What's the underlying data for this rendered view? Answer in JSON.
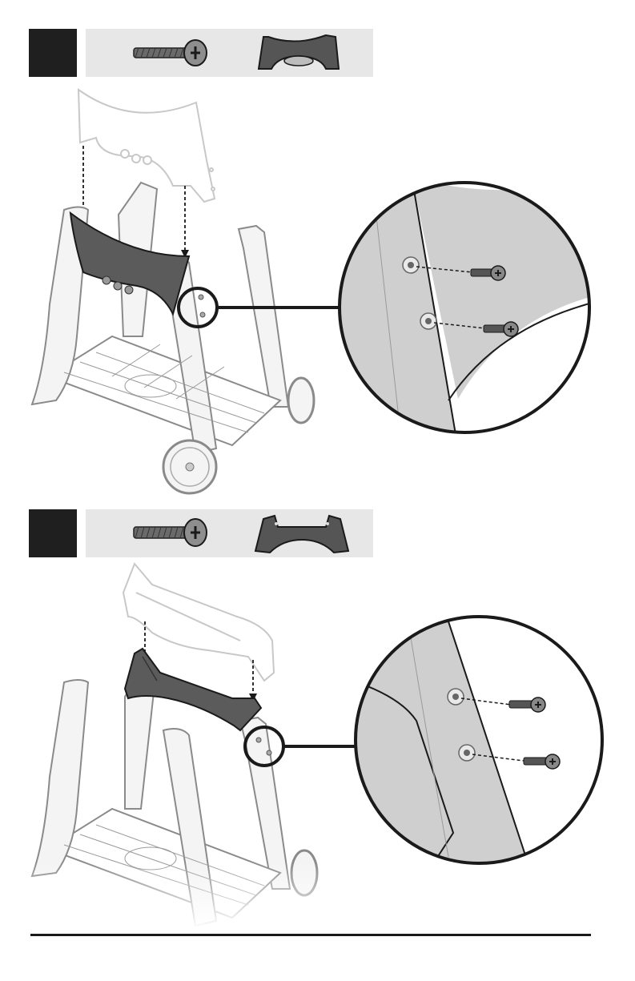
{
  "document": {
    "type": "assembly-instructions",
    "steps": [
      {
        "badge": "",
        "parts": [
          {
            "name": "screw-icon",
            "kind": "hardware"
          },
          {
            "name": "center-handle-bracket-icon",
            "kind": "component"
          }
        ],
        "detail_callout": true
      },
      {
        "badge": "",
        "parts": [
          {
            "name": "screw-icon",
            "kind": "hardware"
          },
          {
            "name": "cross-support-bracket-icon",
            "kind": "component"
          }
        ],
        "detail_callout": true
      }
    ]
  },
  "colors": {
    "badge": "#1f1f1f",
    "parts_bar": "#e7e7e7",
    "part_dark": "#555555",
    "frame_stroke": "#8a8a8a",
    "frame_fill": "#f4f4f4",
    "ghost_stroke": "#c8c8c8",
    "callout_fill": "#cfcfcf",
    "outline": "#1a1a1a"
  }
}
